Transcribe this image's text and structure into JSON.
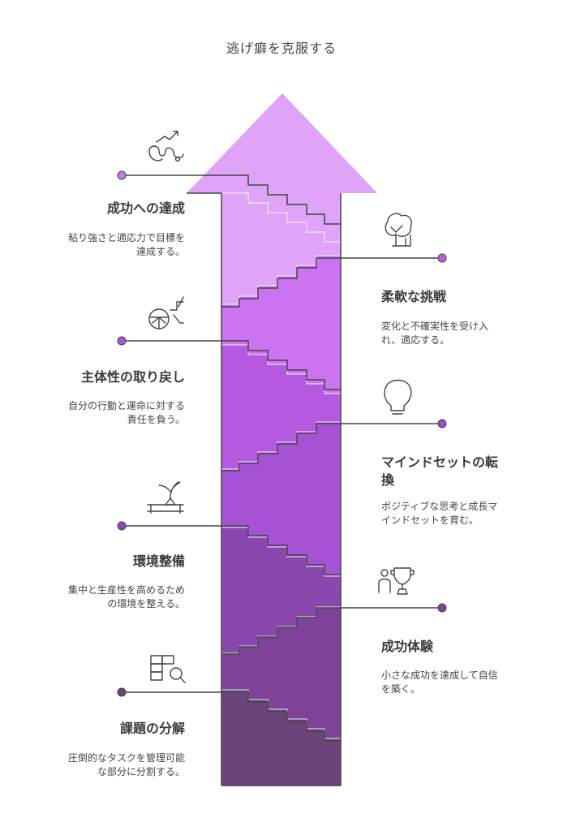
{
  "title": "逃げ癖を克服する",
  "colors": {
    "arrow_head": "#dfa3f7",
    "band1": "#dfa3f7",
    "band2": "#cc73f2",
    "band3": "#b55ae0",
    "band4": "#9e4bc7",
    "band5": "#8444a6",
    "band6": "#6a447a",
    "line": "#444444"
  },
  "steps": [
    {
      "side": "left",
      "title": "成功への達成",
      "desc1": "粘り強さと適応力で目標を",
      "desc2": "達成する。",
      "icon": "growth-map-icon",
      "dot_color": "#c678ee"
    },
    {
      "side": "right",
      "title": "柔軟な挑戦",
      "desc1": "変化と不確実性を受け入",
      "desc2": "れ、適応する。",
      "icon": "tree-icon",
      "dot_color": "#b95fe6"
    },
    {
      "side": "left",
      "title": "主体性の取り戻し",
      "desc1": "自分の行動と運命に対する",
      "desc2": "責任を負う。",
      "icon": "steering-wheel-icon",
      "dot_color": "#a95ad8"
    },
    {
      "side": "right",
      "title": "マインドセットの転",
      "title2": "換",
      "desc1": "ポジティブな思考と成長マ",
      "desc2": "インドセットを育む。",
      "icon": "lightbulb-icon",
      "dot_color": "#9b4fca"
    },
    {
      "side": "left",
      "title": "環境整備",
      "desc1": "集中と生産性を高めるため",
      "desc2": "の環境を整える。",
      "icon": "plant-desk-icon",
      "dot_color": "#8d48b6"
    },
    {
      "side": "right",
      "title": "成功体験",
      "desc1": "小さな成功を達成して自信",
      "desc2": "を築く。",
      "icon": "trophy-person-icon",
      "dot_color": "#7c4399"
    },
    {
      "side": "left",
      "title": "課題の分解",
      "desc1": "圧倒的なタスクを管理可能",
      "desc2": "な部分に分割する。",
      "icon": "puzzle-search-icon",
      "dot_color": "#6a447a"
    }
  ]
}
